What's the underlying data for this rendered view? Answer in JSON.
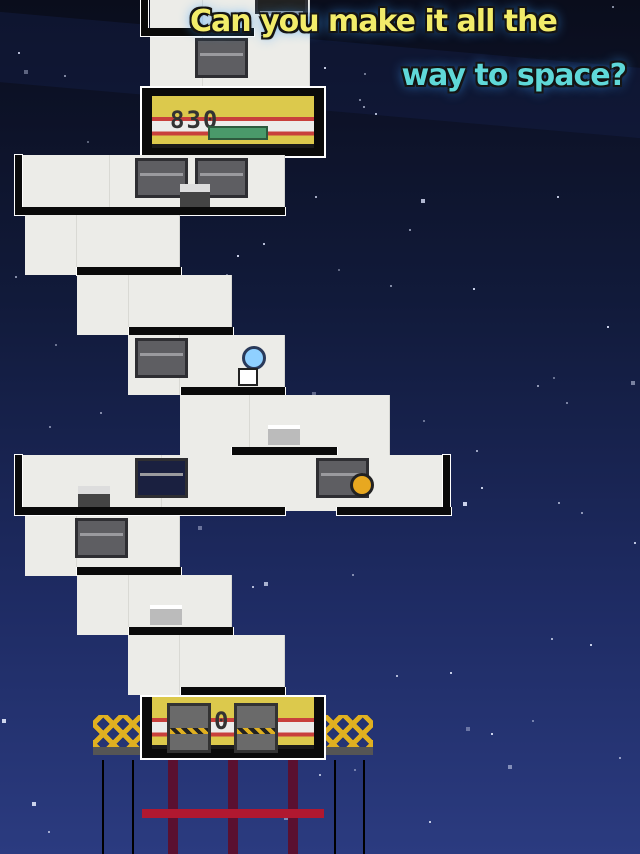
{
  "headline": {
    "line1": "Can you make it all the",
    "line2": "way to space?",
    "color_line1": "#f2ec6a",
    "color_line2": "#5fd8d8"
  },
  "hud": {
    "score": "830"
  },
  "base": {
    "floor_number": "0"
  },
  "items": {
    "coin": "coin-icon",
    "player": "astronaut-icon"
  }
}
